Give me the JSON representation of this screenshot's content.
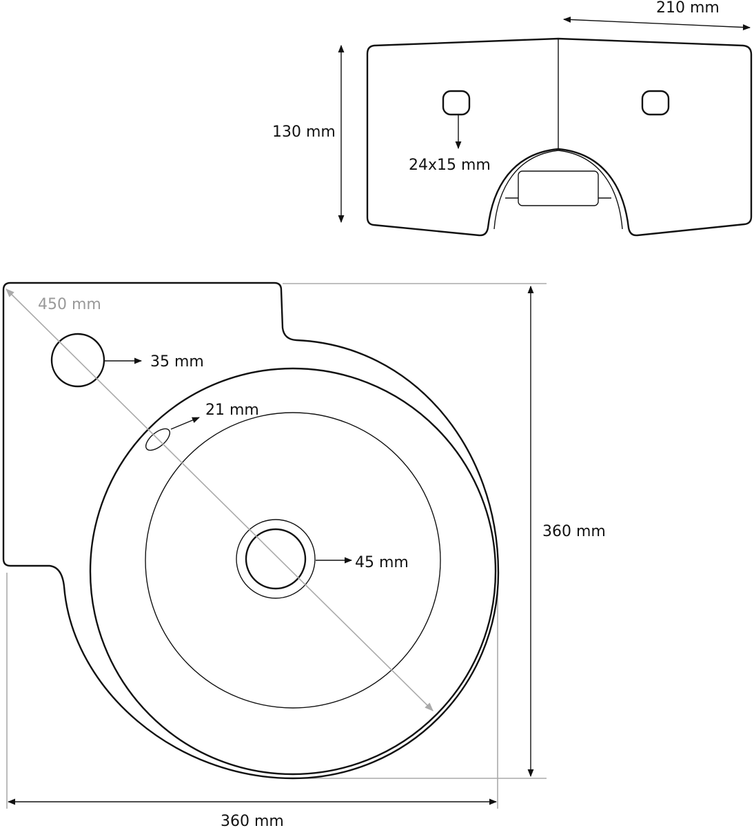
{
  "title": "Corner sink technical drawing",
  "top_view": {
    "width_label": "210 mm",
    "height_label": "130 mm",
    "hole_label": "24x15 mm"
  },
  "bottom_view": {
    "diagonal_label": "450 mm",
    "tap_hole_label": "35 mm",
    "overflow_label": "21 mm",
    "drain_label": "45 mm",
    "height_label": "360 mm",
    "width_label": "360 mm"
  },
  "colors": {
    "line": "#111111",
    "dimension_gray": "#aaaaaa"
  }
}
